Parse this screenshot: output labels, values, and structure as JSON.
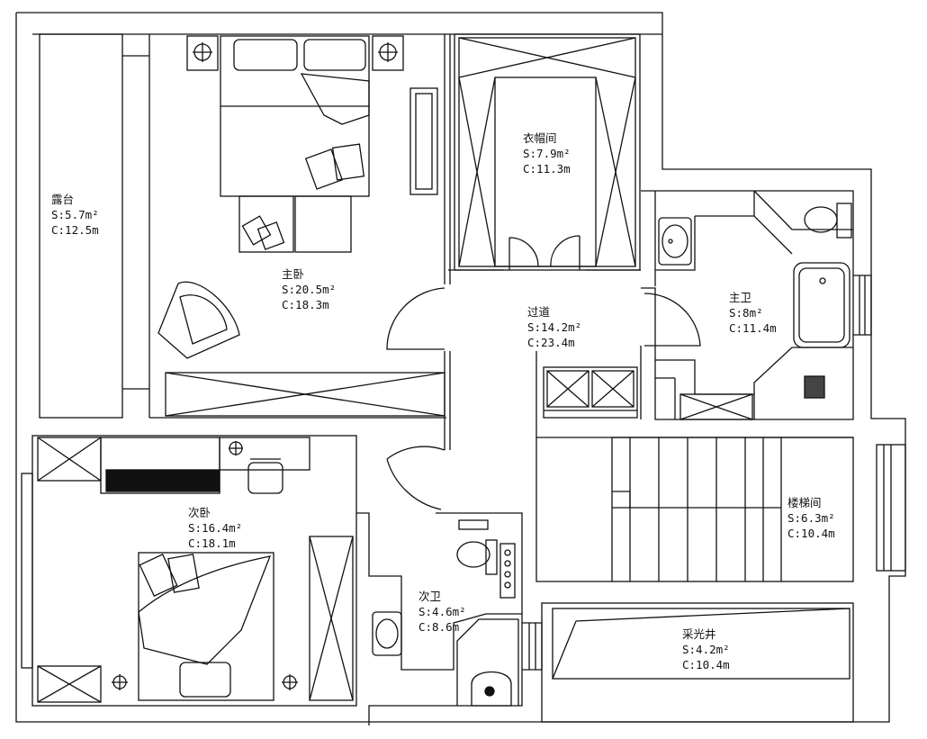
{
  "rooms": [
    {
      "id": "terrace",
      "name": "露台",
      "area": "S:5.7m²",
      "perimeter": "C:12.5m"
    },
    {
      "id": "master-bedroom",
      "name": "主卧",
      "area": "S:20.5m²",
      "perimeter": "C:18.3m"
    },
    {
      "id": "cloakroom",
      "name": "衣帽间",
      "area": "S:7.9m²",
      "perimeter": "C:11.3m"
    },
    {
      "id": "corridor",
      "name": "过道",
      "area": "S:14.2m²",
      "perimeter": "C:23.4m"
    },
    {
      "id": "master-bath",
      "name": "主卫",
      "area": "S:8m²",
      "perimeter": "C:11.4m"
    },
    {
      "id": "second-bedroom",
      "name": "次卧",
      "area": "S:16.4m²",
      "perimeter": "C:18.1m"
    },
    {
      "id": "second-bath",
      "name": "次卫",
      "area": "S:4.6m²",
      "perimeter": "C:8.6m"
    },
    {
      "id": "stairwell",
      "name": "楼梯间",
      "area": "S:6.3m²",
      "perimeter": "C:10.4m"
    },
    {
      "id": "lightwell",
      "name": "采光井",
      "area": "S:4.2m²",
      "perimeter": "C:10.4m"
    }
  ],
  "colors": {
    "line": "#111111",
    "background": "#ffffff"
  }
}
